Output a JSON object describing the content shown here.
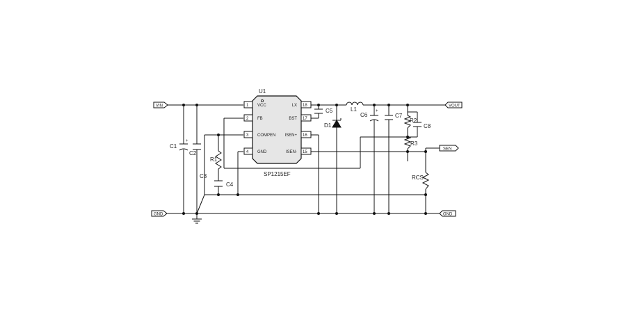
{
  "ic": {
    "ref": "U1",
    "part": "SP1215EF",
    "left_pins": [
      {
        "num": "1",
        "name": "VCC"
      },
      {
        "num": "2",
        "name": "FB"
      },
      {
        "num": "3",
        "name": "COMPEN"
      },
      {
        "num": "4",
        "name": "GND"
      }
    ],
    "right_pins": [
      {
        "num": "18",
        "name": "LX"
      },
      {
        "num": "17",
        "name": "BST"
      },
      {
        "num": "16",
        "name": "ISEN+"
      },
      {
        "num": "15",
        "name": "ISEN-"
      }
    ]
  },
  "ports": {
    "vin": "VIN",
    "gnd_left": "GND",
    "vout": "VOUT",
    "sen": "SEN",
    "gnd_right": "GND"
  },
  "components": {
    "c1": "C1",
    "c2": "C2",
    "c3": "C3",
    "c4": "C4",
    "c5": "C5",
    "c6": "C6",
    "c7": "C7",
    "c8": "C8",
    "r1": "R1",
    "r2": "R2",
    "r3": "R3",
    "rcs": "RCS",
    "l1": "L1",
    "d1": "D1",
    "plus": "+"
  }
}
